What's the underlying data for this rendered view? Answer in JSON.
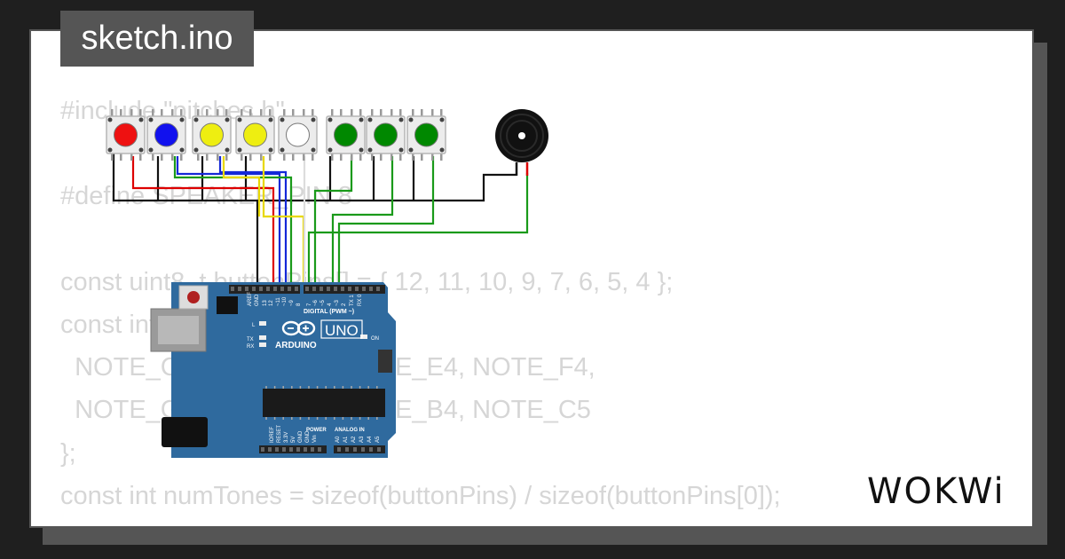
{
  "tab": {
    "title": "sketch.ino"
  },
  "code": {
    "lines": [
      "#include \"pitches.h\"",
      "",
      "#define SPEAKER_PIN 8",
      "",
      "const uint8_t buttonPins[] = { 12, 11, 10, 9, 7, 6, 5, 4 };",
      "const int buttonTones[] = {",
      "  NOTE_C4, NOTE_D4, NOTE_E4, NOTE_F4,",
      "  NOTE_G4, NOTE_A4, NOTE_B4, NOTE_C5",
      "};",
      "const int numTones = sizeof(buttonPins) / sizeof(buttonPins[0]);"
    ]
  },
  "board": {
    "brand": "ARDUINO",
    "model": "UNO",
    "digital_label": "DIGITAL (PWM ~)",
    "power_label": "POWER",
    "analog_label": "ANALOG IN",
    "on_label": "ON",
    "l_label": "L",
    "tx_label": "TX",
    "rx_label": "RX",
    "top_pins": [
      "AREF",
      "GND",
      "13",
      "12",
      "~11",
      "~10",
      "~9",
      "8",
      "7",
      "~6",
      "~5",
      "4",
      "~3",
      "2",
      "TX 1",
      "RX 0"
    ],
    "power_pins": [
      "IOREF",
      "RESET",
      "3.3V",
      "5V",
      "GND",
      "GND",
      "Vin"
    ],
    "analog_pins": [
      "A0",
      "A1",
      "A2",
      "A3",
      "A4",
      "A5"
    ],
    "color": "#2f6a9e"
  },
  "buttons": [
    {
      "color": "#e11"
    },
    {
      "color": "#11e"
    },
    {
      "color": "#ee1"
    },
    {
      "color": "#ee1"
    },
    {
      "color": "#fff"
    },
    {
      "color": "#080"
    },
    {
      "color": "#080"
    },
    {
      "color": "#080"
    }
  ],
  "logo": {
    "text": "WOKWi"
  }
}
